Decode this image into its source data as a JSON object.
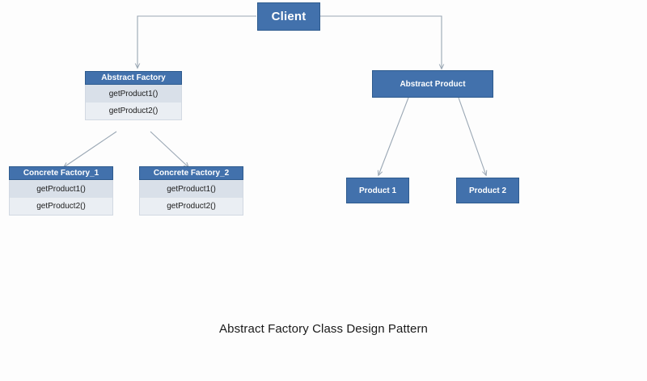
{
  "diagram": {
    "caption": "Abstract Factory Class Design Pattern",
    "colors": {
      "node_fill": "#4271ac",
      "node_border": "#2e5b8e",
      "node_text": "#ffffff",
      "row_fill_1": "#d9e0e9",
      "row_fill_2": "#eaeef3",
      "row_border": "#d2d9e2",
      "connector": "#9aa7b4",
      "background": "#fdfdfd",
      "caption_text": "#1a1a1a"
    },
    "nodes": {
      "client": {
        "title": "Client"
      },
      "abstract_factory": {
        "title": "Abstract Factory",
        "methods": [
          "getProduct1()",
          "getProduct2()"
        ]
      },
      "abstract_product": {
        "title": "Abstract Product"
      },
      "concrete_factory_1": {
        "title": "Concrete Factory_1",
        "methods": [
          "getProduct1()",
          "getProduct2()"
        ]
      },
      "concrete_factory_2": {
        "title": "Concrete Factory_2",
        "methods": [
          "getProduct1()",
          "getProduct2()"
        ]
      },
      "product_1": {
        "title": "Product 1"
      },
      "product_2": {
        "title": "Product 2"
      }
    },
    "connections": [
      {
        "from": "client",
        "to": "abstract_factory",
        "style": "elbow-arrow"
      },
      {
        "from": "client",
        "to": "abstract_product",
        "style": "elbow-arrow"
      },
      {
        "from": "abstract_factory",
        "to": "concrete_factory_1",
        "style": "diagonal-arrow"
      },
      {
        "from": "abstract_factory",
        "to": "concrete_factory_2",
        "style": "diagonal-arrow"
      },
      {
        "from": "abstract_product",
        "to": "product_1",
        "style": "diagonal-arrow"
      },
      {
        "from": "abstract_product",
        "to": "product_2",
        "style": "diagonal-arrow"
      }
    ]
  }
}
